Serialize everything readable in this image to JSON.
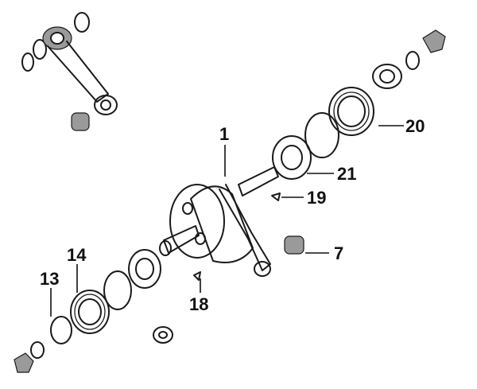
{
  "callouts": {
    "c1": "1",
    "c7": "7",
    "c13": "13",
    "c14": "14",
    "c18": "18",
    "c19": "19",
    "c20": "20",
    "c21": "21"
  },
  "colors": {
    "line": "#1a1a1a",
    "background": "#ffffff"
  }
}
